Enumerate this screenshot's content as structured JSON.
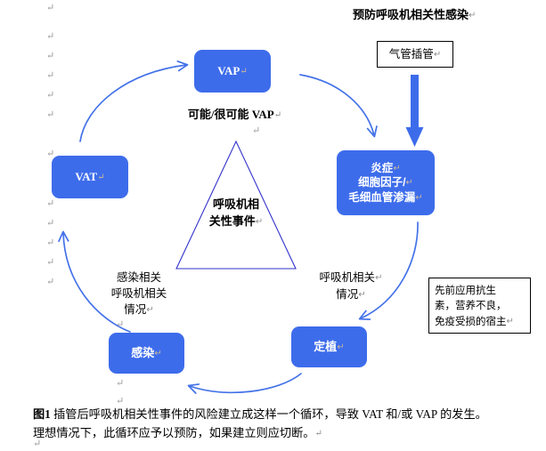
{
  "figure": {
    "title": "预防呼吸机相关性感染",
    "nodes": {
      "vap": {
        "label": "VAP"
      },
      "vat": {
        "label": "VAT"
      },
      "inflammation": {
        "line1": "炎症",
        "line2": "细胞因子/",
        "line3": "毛细血管渗漏"
      },
      "colonization": {
        "label": "定植"
      },
      "infection": {
        "label": "感染"
      }
    },
    "outline_boxes": {
      "intubation": {
        "label": "气管插管"
      },
      "host_factors": {
        "line1": "先前应用抗生",
        "line2": "素，营养不良，",
        "line3": "免疫受损的宿主"
      }
    },
    "labels": {
      "probable_vap": "可能/很可能 VAP",
      "left_condition": {
        "line1": "感染相关",
        "line2": "呼吸机相关",
        "line3": "情况"
      },
      "right_condition": {
        "line1": "呼吸机相关",
        "line2": "情况"
      }
    },
    "triangle": {
      "line1": "呼吸机相",
      "line2": "关性事件"
    },
    "caption": {
      "bold_prefix": "图1",
      "line1": "插管后呼吸机相关性事件的风险建立成这样一个循环，导致 VAT 和/或 VAP 的发生。",
      "line2": "理想情况下，此循环应予以预防，如果建立则应切断。"
    },
    "pilcrow": "↵",
    "colors": {
      "node_fill": "#3d6ceb",
      "arrow": "#4472e8",
      "triangle_stroke": "#3333cc",
      "text": "#000000",
      "pilcrow": "#9a9a9a"
    }
  }
}
